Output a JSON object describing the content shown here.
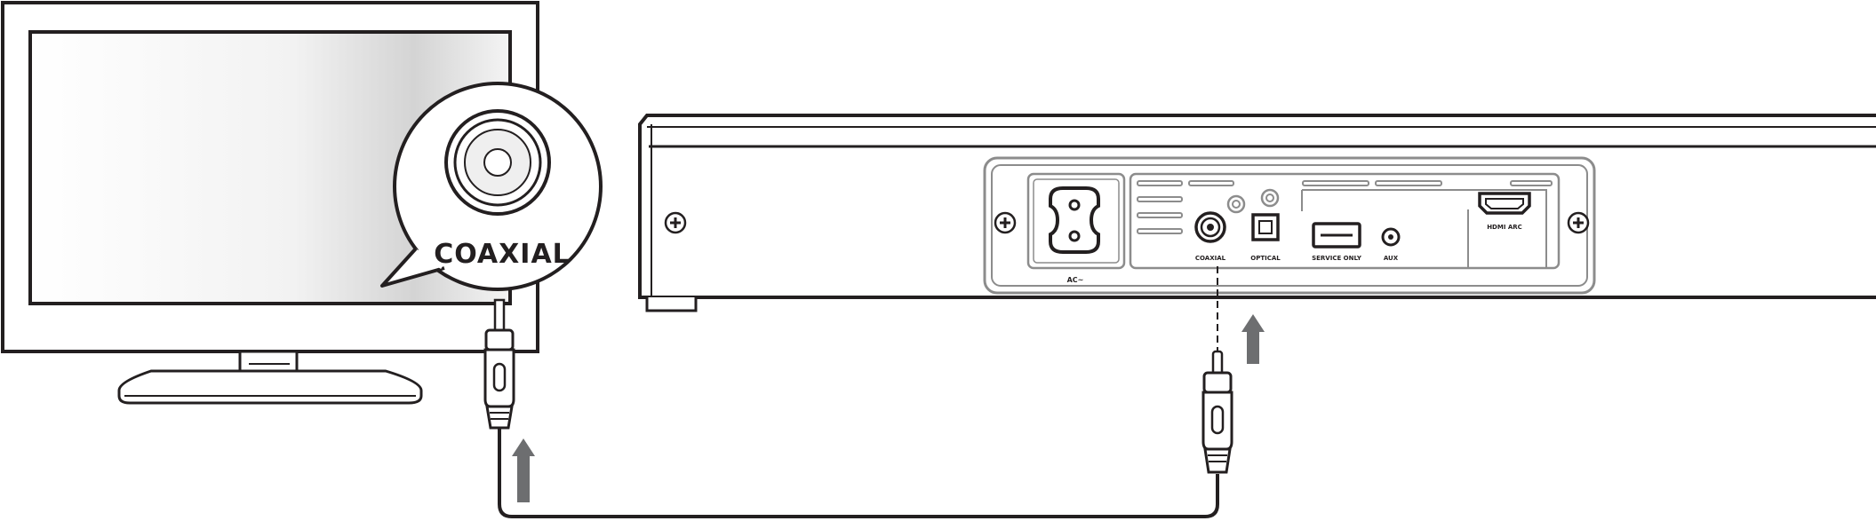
{
  "callout": {
    "label": "COAXIAL"
  },
  "soundbar": {
    "power_label": "AC~",
    "ports": {
      "coaxial": "COAXIAL",
      "optical": "OPTICAL",
      "usb": "SERVICE ONLY",
      "aux": "AUX",
      "hdmi": "HDMI ARC"
    }
  },
  "colors": {
    "line": "#231f20",
    "panel_gray": "#8c8c8c",
    "arrow_gray": "#6d6e70",
    "screen_shine": "#d9d9d9"
  }
}
